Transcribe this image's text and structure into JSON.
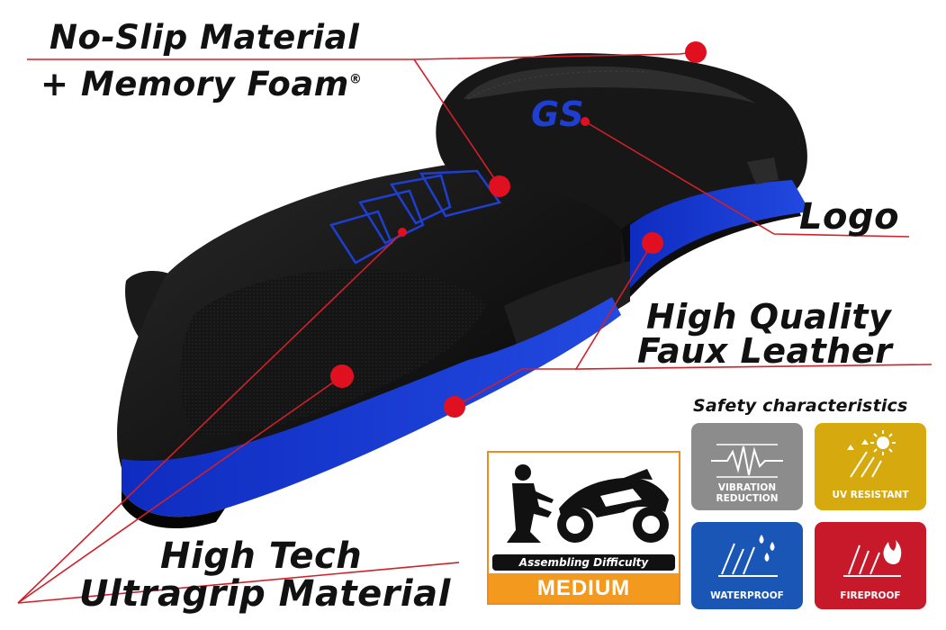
{
  "callouts": {
    "noslip_line1": "No-Slip Material",
    "noslip_line2": "+ Memory Foam",
    "registered_mark": "®",
    "logo": "Logo",
    "leather_line1": "High Quality",
    "leather_line2": "Faux Leather",
    "hightech_line1": "High Tech",
    "hightech_line2": "Ultragrip Material"
  },
  "product": {
    "logo_text": "GS",
    "accent_color": "#1e3fd0",
    "marker_color": "#e01020"
  },
  "safety": {
    "title": "Safety characteristics",
    "badges": [
      {
        "label": "VIBRATION\nREDUCTION",
        "icon": "vibration-icon",
        "color": "#8c8c8c"
      },
      {
        "label": "UV RESISTANT",
        "icon": "uv-sun-icon",
        "color": "#d6a90e"
      },
      {
        "label": "WATERPROOF",
        "icon": "water-drops-icon",
        "color": "#1a56b5"
      },
      {
        "label": "FIREPROOF",
        "icon": "flame-icon",
        "color": "#c8192b"
      }
    ]
  },
  "difficulty": {
    "caption": "Assembling Difficulty",
    "level": "MEDIUM",
    "icon": "mechanic-motorcycle-icon",
    "color": "#f39a1e"
  }
}
